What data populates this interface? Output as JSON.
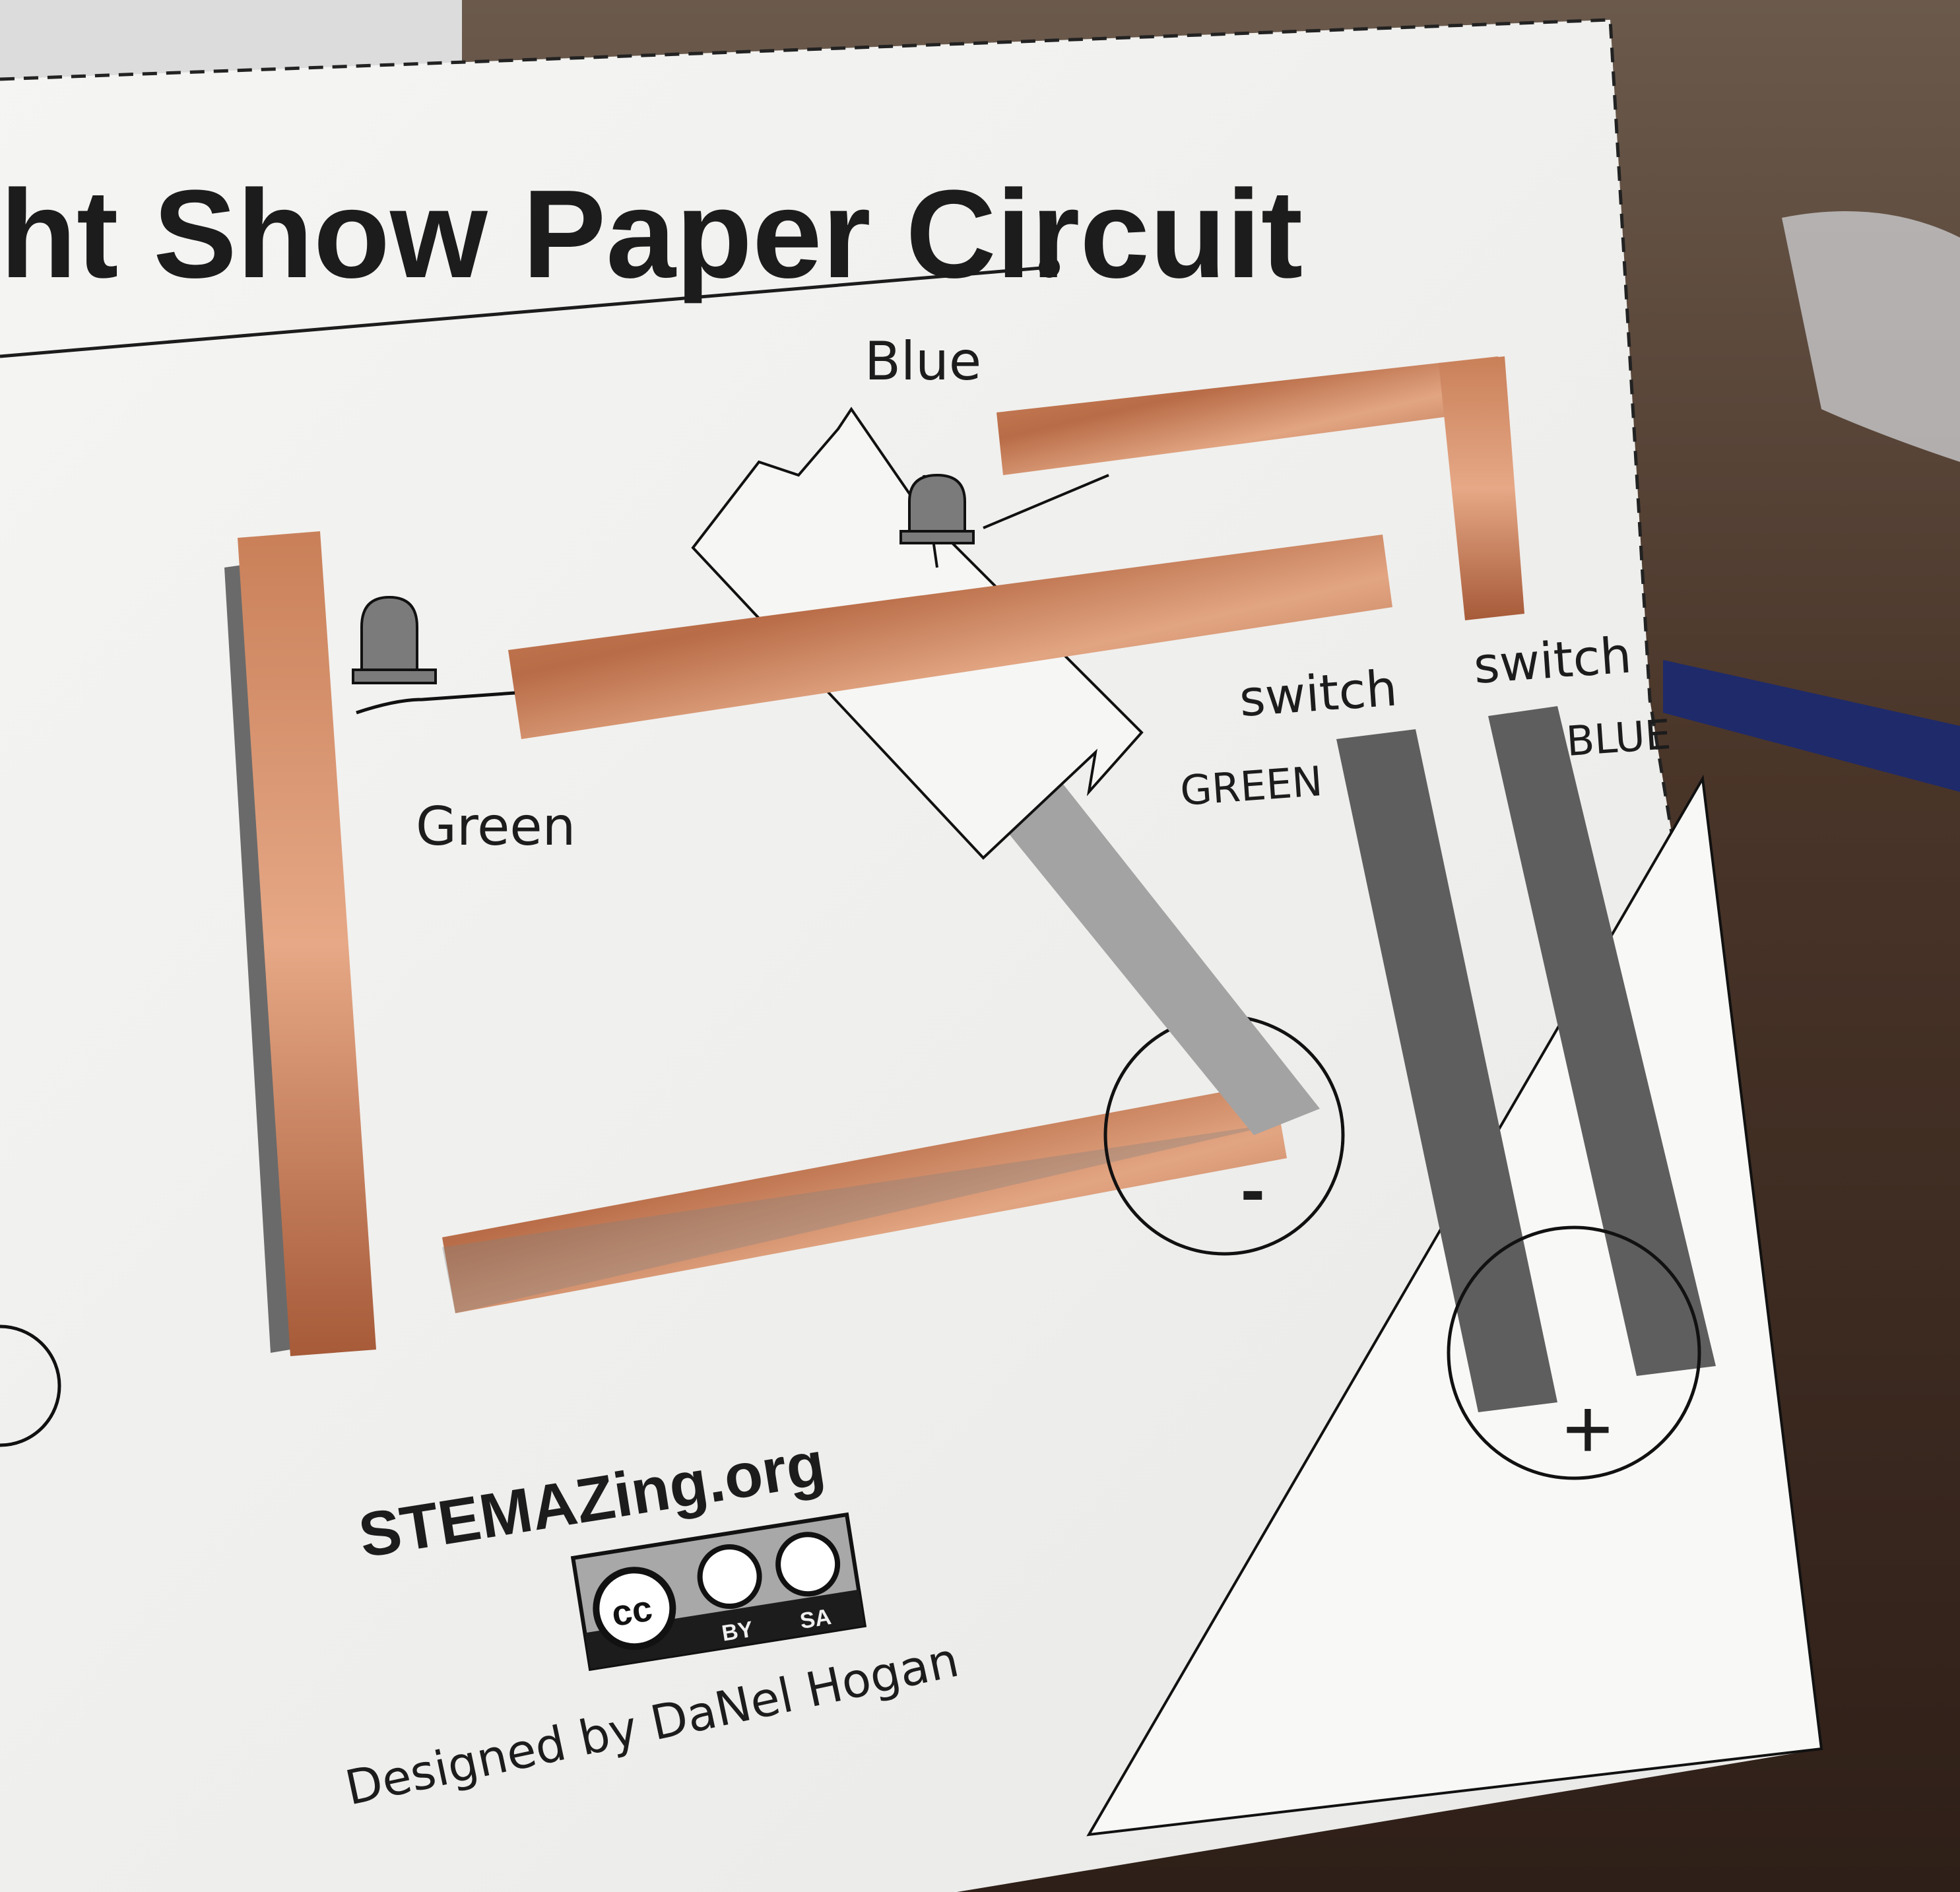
{
  "card": {
    "title": "ht Show Paper Circuit",
    "led_labels": {
      "blue": "Blue",
      "green": "Green"
    },
    "switch_labels": {
      "left_switch": "switch",
      "right_switch": "switch",
      "green": "GREEN",
      "blue": "BLUE"
    },
    "battery_labels": {
      "negative": "-",
      "positive": "+"
    },
    "footer": {
      "website": "STEMAZing.org",
      "license_cc": "cc",
      "license_by": "BY",
      "license_sa": "SA",
      "designer": "Designed by DaNel Hogan"
    }
  },
  "colors": {
    "paper": "#f3f3f1",
    "copper": "#c27a55",
    "copper_light": "#e0a080",
    "graphite": "#5e5e5e",
    "graphite_light": "#a8a8a8",
    "ink": "#1c1c1c",
    "desk": "#3d2b22"
  },
  "icons": {
    "led": "led-icon",
    "battery": "battery-outline-icon",
    "cc": "creative-commons-icon",
    "by": "attribution-icon",
    "sa": "share-alike-icon"
  }
}
